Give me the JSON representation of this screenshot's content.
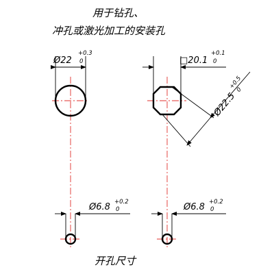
{
  "titles": {
    "line1": "用于钻孔、",
    "line2": "冲孔或激光加工的安装孔",
    "caption": "开孔尺寸"
  },
  "dims": {
    "round_hole": {
      "sym": "Ø",
      "base": "22",
      "upper": "+0.3",
      "lower": "0"
    },
    "square_hole": {
      "sym": "□",
      "base": "20.1",
      "upper": "+0.1",
      "lower": "0"
    },
    "diag": {
      "sym": "Ø",
      "base": "22.5",
      "upper": "+0.5",
      "lower": "0"
    },
    "small_left": {
      "sym": "Ø",
      "base": "6.8",
      "upper": "+0.2",
      "lower": "0"
    },
    "small_right": {
      "sym": "Ø",
      "base": "6.8",
      "upper": "+0.2",
      "lower": "0"
    }
  },
  "colors": {
    "centerline": "#e0302c",
    "outline": "#000000"
  }
}
